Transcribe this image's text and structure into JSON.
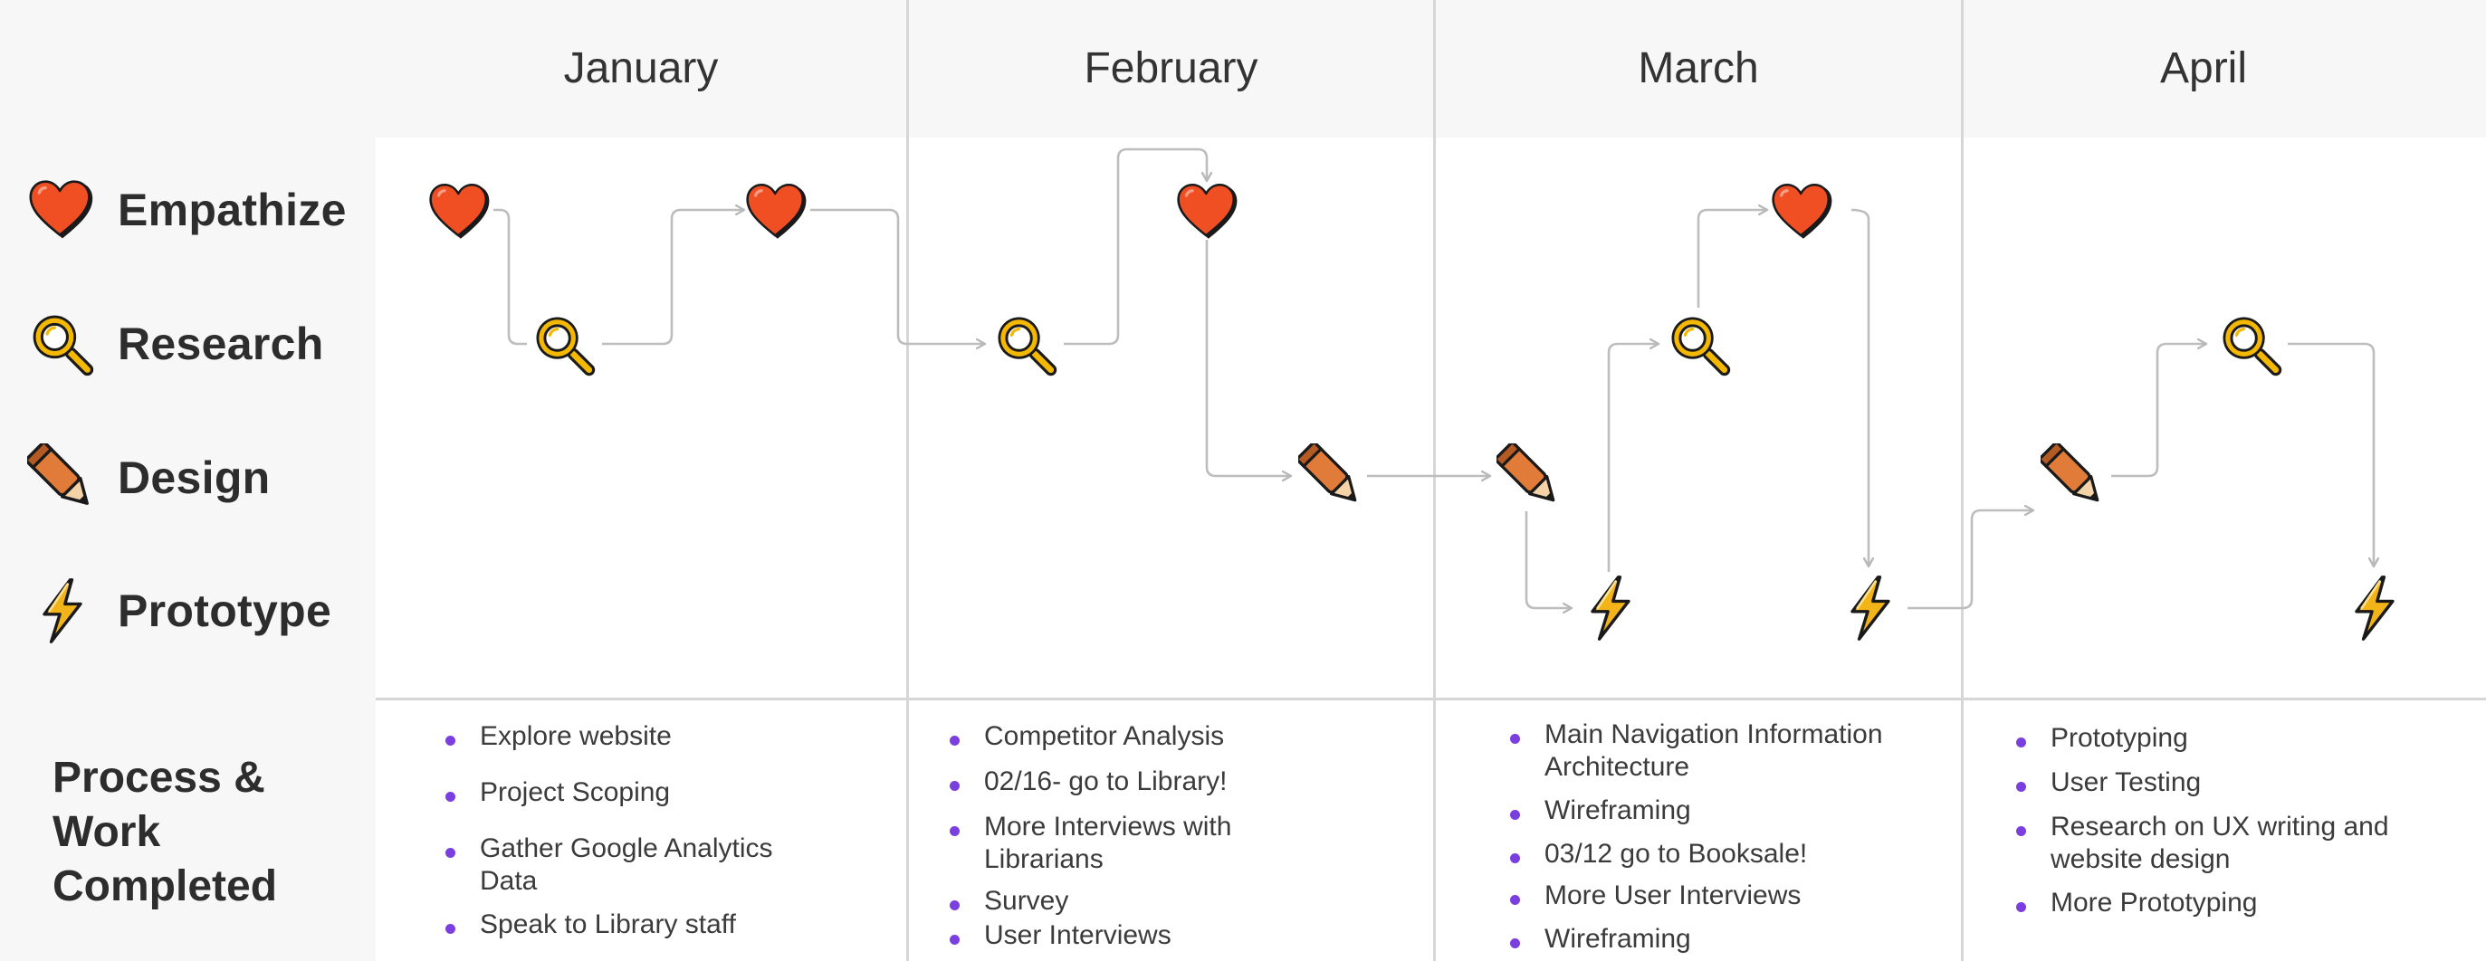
{
  "months": [
    "January",
    "February",
    "March",
    "April"
  ],
  "phases": [
    {
      "key": "empathize",
      "label": "Empathize",
      "icon": "heart-icon"
    },
    {
      "key": "research",
      "label": "Research",
      "icon": "magnifier-icon"
    },
    {
      "key": "design",
      "label": "Design",
      "icon": "pencil-icon"
    },
    {
      "key": "prototype",
      "label": "Prototype",
      "icon": "lightning-icon"
    }
  ],
  "process_title": "Process &\nWork\nCompleted",
  "tasks": [
    [
      "Explore website",
      "Project Scoping",
      "Gather Google Analytics Data",
      "Speak to Library staff"
    ],
    [
      "Competitor Analysis",
      "02/16- go to Library!",
      "More Interviews with Librarians",
      "Survey",
      "User Interviews"
    ],
    [
      "Main Navigation Information Architecture",
      "Wireframing",
      "03/12 go to Booksale!",
      "More User Interviews",
      "Wireframing"
    ],
    [
      "Prototyping",
      "User Testing",
      "Research on UX writing and website design",
      "More Prototyping"
    ]
  ],
  "colors": {
    "heart": "#f04e23",
    "magnifier": "#f5b800",
    "pencil": "#e07b39",
    "lightning": "#f2b418",
    "bullet": "#7b3fe0",
    "connector": "#bdbdbd"
  }
}
